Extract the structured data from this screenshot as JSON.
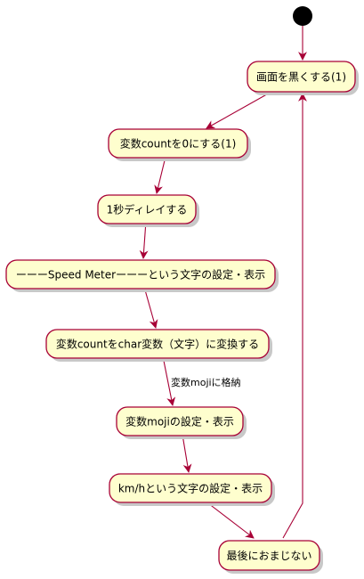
{
  "diagram": {
    "type": "activity",
    "colors": {
      "node_fill": "#FEFECE",
      "node_border": "#A80036",
      "edge": "#A80036",
      "shadow": "#C8C8C8",
      "start_dot": "#000000"
    },
    "nodes": [
      {
        "id": "n1",
        "label": "画面を黒くする(1)"
      },
      {
        "id": "n2",
        "label": "変数countを0にする(1)"
      },
      {
        "id": "n3",
        "label": "1秒ディレイする"
      },
      {
        "id": "n4",
        "label": "ーーーSpeed Meterーーーという文字の設定・表示"
      },
      {
        "id": "n5",
        "label": "変数countをchar変数（文字）に変換する"
      },
      {
        "id": "n6",
        "label": "変数mojiの設定・表示"
      },
      {
        "id": "n7",
        "label": "km/hという文字の設定・表示"
      },
      {
        "id": "n8",
        "label": "最後におまじない"
      }
    ],
    "edges": [
      {
        "from": "start",
        "to": "n1",
        "label": ""
      },
      {
        "from": "n1",
        "to": "n2",
        "label": ""
      },
      {
        "from": "n2",
        "to": "n3",
        "label": ""
      },
      {
        "from": "n3",
        "to": "n4",
        "label": ""
      },
      {
        "from": "n4",
        "to": "n5",
        "label": ""
      },
      {
        "from": "n5",
        "to": "n6",
        "label": "変数mojiに格納"
      },
      {
        "from": "n6",
        "to": "n7",
        "label": ""
      },
      {
        "from": "n7",
        "to": "n8",
        "label": ""
      },
      {
        "from": "n8",
        "to": "n1",
        "label": ""
      }
    ]
  }
}
